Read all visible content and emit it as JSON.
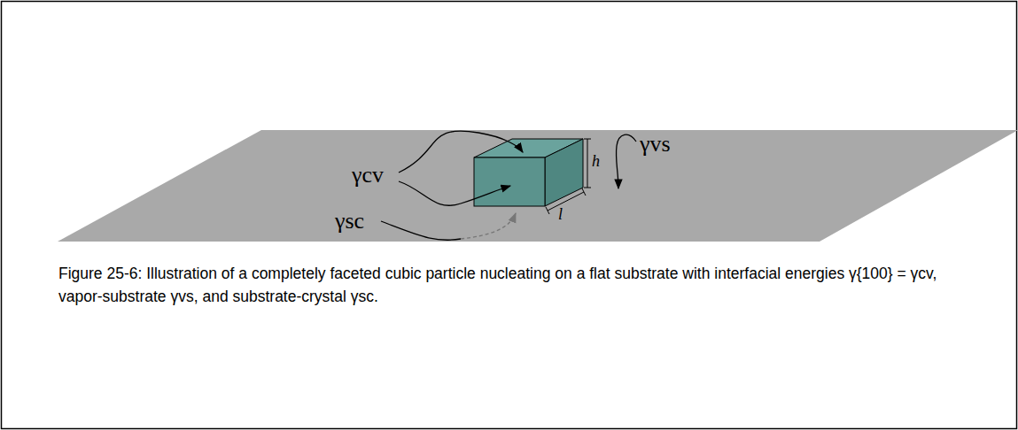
{
  "diagram": {
    "caption": "Figure 25-6: Illustration of a completely faceted cubic particle nucleating on a flat substrate with interfacial energies γ{100} = γcv, vapor-substrate γvs, and substrate-crystal γsc.",
    "labels": [
      "γcv",
      "γsc",
      "γvs",
      "h",
      "l"
    ]
  }
}
